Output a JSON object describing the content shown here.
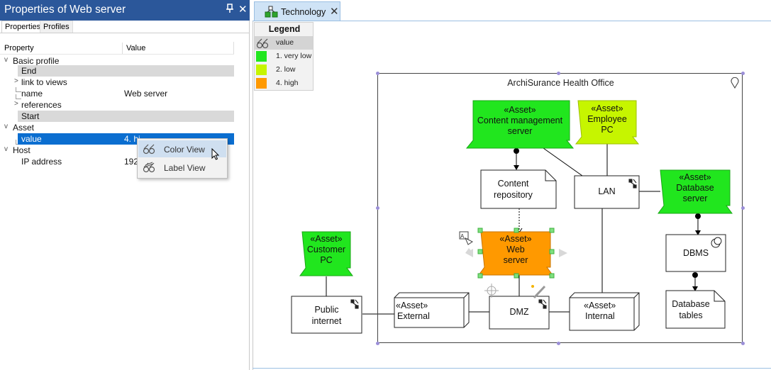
{
  "panel": {
    "title": "Properties of Web server",
    "tabs": [
      "Properties",
      "Profiles"
    ],
    "columns": {
      "property": "Property",
      "value": "Value"
    },
    "tree": [
      {
        "label": "Basic profile",
        "expander": "v"
      },
      {
        "label": "End"
      },
      {
        "label": "link to views",
        "expander": ">"
      },
      {
        "label": "name",
        "value": "Web server"
      },
      {
        "label": "references",
        "expander": ">"
      },
      {
        "label": "Start"
      },
      {
        "label": "Asset",
        "expander": "v"
      },
      {
        "label": "value",
        "value": "4. hi..."
      },
      {
        "label": "Host",
        "expander": "v"
      },
      {
        "label": "IP address",
        "value": "192"
      }
    ],
    "context_menu": {
      "items": [
        "Color View",
        "Label View"
      ]
    }
  },
  "diagram": {
    "tab_label": "Technology",
    "legend": {
      "title": "Legend",
      "header": "value",
      "items": [
        {
          "label": "1. very low",
          "color": "#21e61e"
        },
        {
          "label": "2. low",
          "color": "#c6f500"
        },
        {
          "label": "4. high",
          "color": "#ff9900"
        }
      ]
    },
    "group_title": "ArchiSurance Health Office",
    "nodes": {
      "cms": [
        "«Asset»",
        "Content management",
        "server"
      ],
      "employee_pc": [
        "«Asset»",
        "Employee",
        "PC"
      ],
      "content_repo": [
        "Content",
        "repository"
      ],
      "lan": "LAN",
      "db_server": [
        "«Asset»",
        "Database",
        "server"
      ],
      "web_server": [
        "«Asset»",
        "Web",
        "server"
      ],
      "dbms": "DBMS",
      "customer_pc": [
        "«Asset»",
        "Customer",
        "PC"
      ],
      "public_internet": [
        "Public",
        "internet"
      ],
      "external": [
        "«Asset»",
        "External"
      ],
      "dmz": "DMZ",
      "internal": [
        "«Asset»",
        "Internal"
      ],
      "db_tables": [
        "Database",
        "tables"
      ]
    },
    "colors": {
      "very_low": "#21e61e",
      "low": "#c6f500",
      "high": "#ff9900",
      "accent": "#2b579a"
    }
  }
}
